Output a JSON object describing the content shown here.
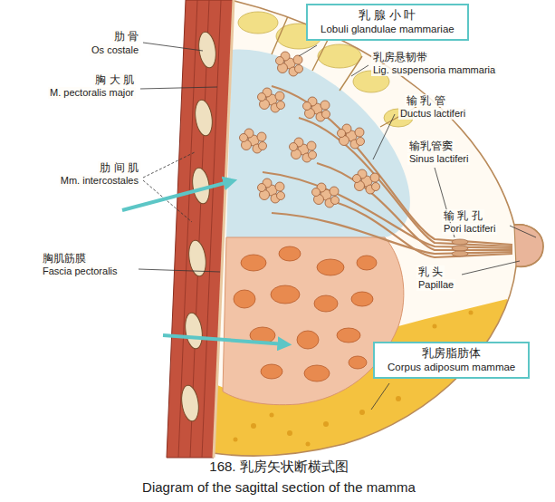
{
  "diagram": {
    "caption": "168. 乳房矢状断横式图",
    "nodes": [
      {
        "text": [
          "乳 腺 小 叶",
          "Lobuli glandulae mammariae"
        ]
      },
      {
        "text": [
          "乳房脂肪体",
          "Corpus adiposum mammae"
        ]
      }
    ],
    "labels": [
      "肋 骨",
      "Os costale",
      "胸 大 肌",
      "M. pectoralis major",
      "肋 间 肌",
      "Mm. intercostales",
      "胸肌筋膜",
      "Fascia pectoralis",
      "乳房悬韧带",
      "Lig. suspensoria mammaria",
      "输 乳 管",
      "Ductus lactiferi",
      "输乳管窦",
      "Sinus lactiferi",
      "输 乳 孔",
      "Pori lactiferi",
      "乳 头",
      "Papillae",
      "Diagram of the sagittal section of the mamma"
    ]
  }
}
